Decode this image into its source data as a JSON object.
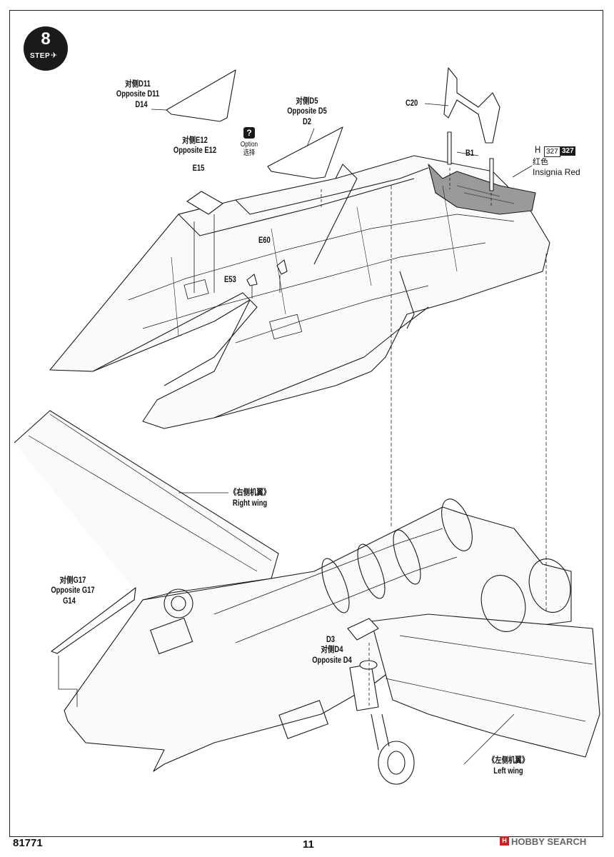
{
  "step": {
    "number": "8",
    "word": "STEP"
  },
  "option": {
    "icon": "question-mark-icon",
    "label_en": "Option",
    "label_cn": "选择"
  },
  "paint": {
    "letter": "H",
    "code_gloss": "327",
    "code_matte": "327",
    "name_cn": "红色",
    "name_en": "Insignia Red"
  },
  "callouts": {
    "d11_cn": "对侧D11",
    "d11_en": "Opposite D11",
    "d14": "D14",
    "d5_cn": "对侧D5",
    "d5_en": "Opposite D5",
    "d2": "D2",
    "c20": "C20",
    "b1": "B1",
    "e12_cn": "对侧E12",
    "e12_en": "Opposite E12",
    "e15": "E15",
    "e60": "E60",
    "e53": "E53",
    "right_wing_cn": "《右侧机翼》",
    "right_wing_en": "Right wing",
    "g17_cn": "对侧G17",
    "g17_en": "Opposite G17",
    "g14": "G14",
    "d3": "D3",
    "d4_cn": "对侧D4",
    "d4_en": "Opposite D4",
    "left_wing_cn": "《左侧机翼》",
    "left_wing_en": "Left wing"
  },
  "footer": {
    "kit_number": "81771",
    "page_number": "11",
    "watermark": "HOBBY SEARCH"
  }
}
